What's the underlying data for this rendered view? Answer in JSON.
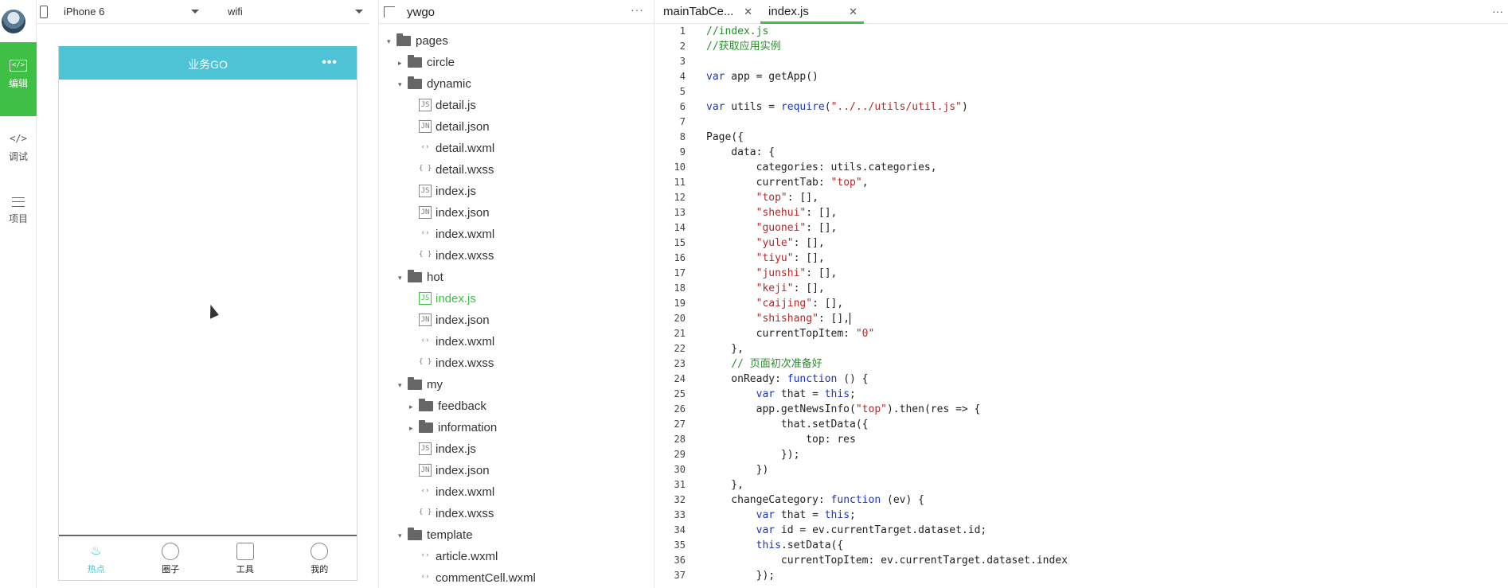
{
  "activity": {
    "edit_label": "编辑",
    "debug_label": "调试",
    "project_label": "项目"
  },
  "simulator": {
    "device": "iPhone 6",
    "network": "wifi",
    "nav_title": "业务GO",
    "more": "•••",
    "tabs": [
      {
        "label": "热点",
        "icon": "flame-icon"
      },
      {
        "label": "圈子",
        "icon": "circle-icon"
      },
      {
        "label": "工具",
        "icon": "toolbox-icon"
      },
      {
        "label": "我的",
        "icon": "user-icon"
      }
    ]
  },
  "tree": {
    "project": "ywgo",
    "more": "···",
    "items": [
      {
        "label": "pages",
        "kind": "folder",
        "arrow": "▾",
        "icon": ""
      },
      {
        "label": "circle",
        "kind": "folder",
        "arrow": "▸",
        "icon": ""
      },
      {
        "label": "dynamic",
        "kind": "folder",
        "arrow": "▾",
        "icon": ""
      },
      {
        "label": "detail.js",
        "kind": "file",
        "arrow": "",
        "icon": "JS"
      },
      {
        "label": "detail.json",
        "kind": "file",
        "arrow": "",
        "icon": "JN"
      },
      {
        "label": "detail.wxml",
        "kind": "file",
        "arrow": "",
        "icon": "‹›"
      },
      {
        "label": "detail.wxss",
        "kind": "file",
        "arrow": "",
        "icon": "{ }"
      },
      {
        "label": "index.js",
        "kind": "file",
        "arrow": "",
        "icon": "JS"
      },
      {
        "label": "index.json",
        "kind": "file",
        "arrow": "",
        "icon": "JN"
      },
      {
        "label": "index.wxml",
        "kind": "file",
        "arrow": "",
        "icon": "‹›"
      },
      {
        "label": "index.wxss",
        "kind": "file",
        "arrow": "",
        "icon": "{ }"
      },
      {
        "label": "hot",
        "kind": "folder",
        "arrow": "▾",
        "icon": ""
      },
      {
        "label": "index.js",
        "kind": "file",
        "arrow": "",
        "icon": "JS"
      },
      {
        "label": "index.json",
        "kind": "file",
        "arrow": "",
        "icon": "JN"
      },
      {
        "label": "index.wxml",
        "kind": "file",
        "arrow": "",
        "icon": "‹›"
      },
      {
        "label": "index.wxss",
        "kind": "file",
        "arrow": "",
        "icon": "{ }"
      },
      {
        "label": "my",
        "kind": "folder",
        "arrow": "▾",
        "icon": ""
      },
      {
        "label": "feedback",
        "kind": "folder",
        "arrow": "▸",
        "icon": ""
      },
      {
        "label": "information",
        "kind": "folder",
        "arrow": "▸",
        "icon": ""
      },
      {
        "label": "index.js",
        "kind": "file",
        "arrow": "",
        "icon": "JS"
      },
      {
        "label": "index.json",
        "kind": "file",
        "arrow": "",
        "icon": "JN"
      },
      {
        "label": "index.wxml",
        "kind": "file",
        "arrow": "",
        "icon": "‹›"
      },
      {
        "label": "index.wxss",
        "kind": "file",
        "arrow": "",
        "icon": "{ }"
      },
      {
        "label": "template",
        "kind": "folder",
        "arrow": "▾",
        "icon": ""
      },
      {
        "label": "article.wxml",
        "kind": "file",
        "arrow": "",
        "icon": "‹›"
      },
      {
        "label": "commentCell.wxml",
        "kind": "file",
        "arrow": "",
        "icon": "‹›"
      }
    ]
  },
  "editor": {
    "tabs": [
      {
        "label": "mainTabCe...",
        "close": "✕"
      },
      {
        "label": "index.js",
        "close": "✕"
      }
    ],
    "more": "···",
    "lines": [
      {
        "n": "1",
        "parts": [
          [
            "c",
            "//index.js"
          ]
        ]
      },
      {
        "n": "2",
        "parts": [
          [
            "c",
            "//获取应用实例"
          ]
        ]
      },
      {
        "n": "3",
        "parts": []
      },
      {
        "n": "4",
        "parts": [
          [
            "k",
            "var"
          ],
          [
            "",
            " app = getApp()"
          ]
        ]
      },
      {
        "n": "5",
        "parts": []
      },
      {
        "n": "6",
        "parts": [
          [
            "k",
            "var"
          ],
          [
            "",
            " utils = "
          ],
          [
            "k",
            "require"
          ],
          [
            "",
            "("
          ],
          [
            "s",
            "\"../../utils/util.js\""
          ],
          [
            "",
            ")"
          ]
        ]
      },
      {
        "n": "7",
        "parts": []
      },
      {
        "n": "8",
        "parts": [
          [
            "",
            "Page({"
          ]
        ]
      },
      {
        "n": "9",
        "parts": [
          [
            "",
            "    data: {"
          ]
        ]
      },
      {
        "n": "10",
        "parts": [
          [
            "",
            "        categories: utils.categories,"
          ]
        ]
      },
      {
        "n": "11",
        "parts": [
          [
            "",
            "        currentTab: "
          ],
          [
            "s",
            "\"top\""
          ],
          [
            "",
            ","
          ]
        ]
      },
      {
        "n": "12",
        "parts": [
          [
            "",
            "        "
          ],
          [
            "s",
            "\"top\""
          ],
          [
            "",
            ": [],"
          ]
        ]
      },
      {
        "n": "13",
        "parts": [
          [
            "",
            "        "
          ],
          [
            "s",
            "\"shehui\""
          ],
          [
            "",
            ": [],"
          ]
        ]
      },
      {
        "n": "14",
        "parts": [
          [
            "",
            "        "
          ],
          [
            "s",
            "\"guonei\""
          ],
          [
            "",
            ": [],"
          ]
        ]
      },
      {
        "n": "15",
        "parts": [
          [
            "",
            "        "
          ],
          [
            "s",
            "\"yule\""
          ],
          [
            "",
            ": [],"
          ]
        ]
      },
      {
        "n": "16",
        "parts": [
          [
            "",
            "        "
          ],
          [
            "s",
            "\"tiyu\""
          ],
          [
            "",
            ": [],"
          ]
        ]
      },
      {
        "n": "17",
        "parts": [
          [
            "",
            "        "
          ],
          [
            "s",
            "\"junshi\""
          ],
          [
            "",
            ": [],"
          ]
        ]
      },
      {
        "n": "18",
        "parts": [
          [
            "",
            "        "
          ],
          [
            "s",
            "\"keji\""
          ],
          [
            "",
            ": [],"
          ]
        ]
      },
      {
        "n": "19",
        "parts": [
          [
            "",
            "        "
          ],
          [
            "s",
            "\"caijing\""
          ],
          [
            "",
            ": [],"
          ]
        ]
      },
      {
        "n": "20",
        "parts": [
          [
            "",
            "        "
          ],
          [
            "s",
            "\"shishang\""
          ],
          [
            "",
            ": [],"
          ]
        ]
      },
      {
        "n": "21",
        "parts": [
          [
            "",
            "        currentTopItem: "
          ],
          [
            "s",
            "\"0\""
          ]
        ]
      },
      {
        "n": "22",
        "parts": [
          [
            "",
            "    },"
          ]
        ]
      },
      {
        "n": "23",
        "parts": [
          [
            "",
            "    "
          ],
          [
            "c",
            "// 页面初次准备好"
          ]
        ]
      },
      {
        "n": "24",
        "parts": [
          [
            "",
            "    onReady: "
          ],
          [
            "k",
            "function"
          ],
          [
            "",
            " () {"
          ]
        ]
      },
      {
        "n": "25",
        "parts": [
          [
            "",
            "        "
          ],
          [
            "k",
            "var"
          ],
          [
            "",
            " that = "
          ],
          [
            "k",
            "this"
          ],
          [
            "",
            ";"
          ]
        ]
      },
      {
        "n": "26",
        "parts": [
          [
            "",
            "        app.getNewsInfo("
          ],
          [
            "s",
            "\"top\""
          ],
          [
            "",
            ").then(res => {"
          ]
        ]
      },
      {
        "n": "27",
        "parts": [
          [
            "",
            "            that.setData({"
          ]
        ]
      },
      {
        "n": "28",
        "parts": [
          [
            "",
            "                top: res"
          ]
        ]
      },
      {
        "n": "29",
        "parts": [
          [
            "",
            "            });"
          ]
        ]
      },
      {
        "n": "30",
        "parts": [
          [
            "",
            "        })"
          ]
        ]
      },
      {
        "n": "31",
        "parts": [
          [
            "",
            "    },"
          ]
        ]
      },
      {
        "n": "32",
        "parts": [
          [
            "",
            "    changeCategory: "
          ],
          [
            "k",
            "function"
          ],
          [
            "",
            " (ev) {"
          ]
        ]
      },
      {
        "n": "33",
        "parts": [
          [
            "",
            "        "
          ],
          [
            "k",
            "var"
          ],
          [
            "",
            " that = "
          ],
          [
            "k",
            "this"
          ],
          [
            "",
            ";"
          ]
        ]
      },
      {
        "n": "34",
        "parts": [
          [
            "",
            "        "
          ],
          [
            "k",
            "var"
          ],
          [
            "",
            " id = ev.currentTarget.dataset.id;"
          ]
        ]
      },
      {
        "n": "35",
        "parts": [
          [
            "",
            "        "
          ],
          [
            "k",
            "this"
          ],
          [
            "",
            ".setData({"
          ]
        ]
      },
      {
        "n": "36",
        "parts": [
          [
            "",
            "            currentTopItem: ev.currentTarget.dataset.index"
          ]
        ]
      },
      {
        "n": "37",
        "parts": [
          [
            "",
            "        });"
          ]
        ]
      }
    ]
  }
}
